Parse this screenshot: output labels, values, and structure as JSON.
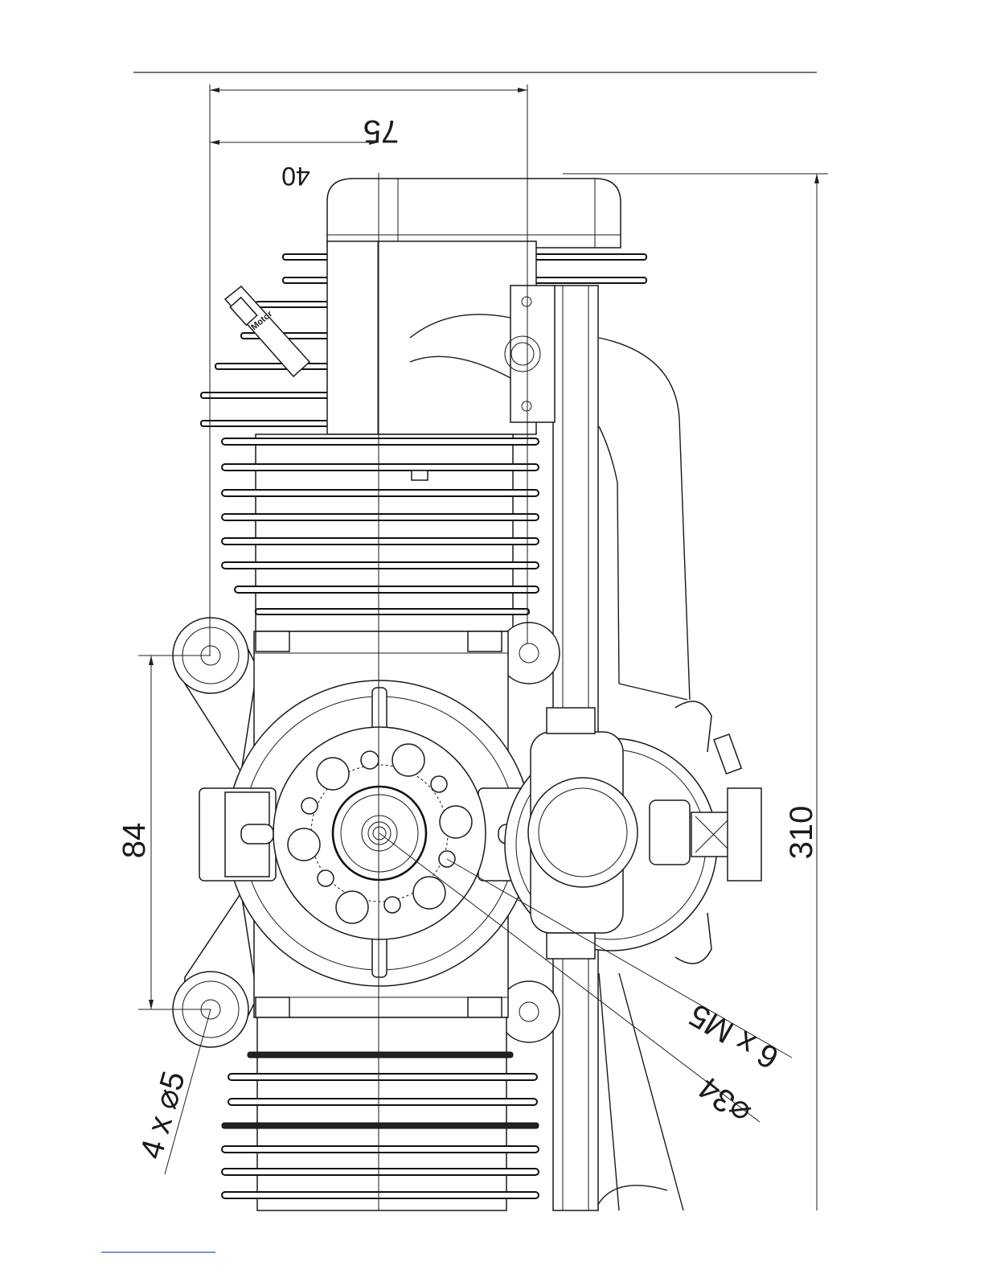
{
  "dimensions": {
    "width_75": "75",
    "width_40": "40",
    "height_310": "310",
    "mount_84": "84",
    "holes": "4 x ⌀5",
    "threads": "6 x M5",
    "circle": "⌀34"
  },
  "logo": {
    "text": "Motor"
  }
}
